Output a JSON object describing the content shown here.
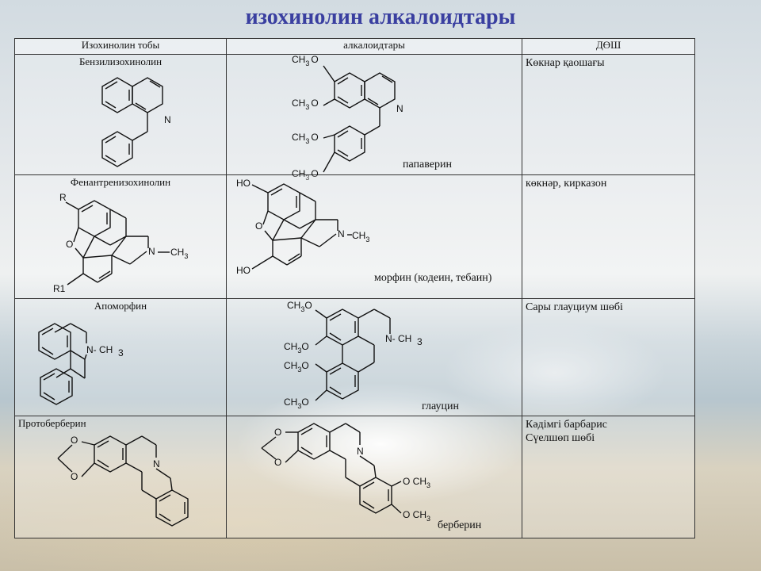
{
  "title": "изохинолин алкалоидтары",
  "columns": [
    "Изохинолин тобы",
    "алкалоидтары",
    "ДӨШ"
  ],
  "rows": [
    {
      "group": "Бензилизохинолин",
      "alkaloid": "папаверин",
      "source": "Көкнар қаошағы",
      "group_labels": [
        "N"
      ],
      "alk_labels": [
        "CH",
        "3",
        "O",
        "CH",
        "3",
        "O",
        "CH",
        "3",
        "O",
        "CH",
        "3",
        "O",
        "N"
      ]
    },
    {
      "group": "Фенантренизохинолин",
      "alkaloid": "морфин (кодеин, тебаин)",
      "source": "көкнәр, кирказон",
      "group_labels": [
        "R",
        "O",
        "R1",
        "N",
        "CH",
        "3"
      ],
      "alk_labels": [
        "HO",
        "O",
        "HO",
        "N",
        "CH",
        "3"
      ]
    },
    {
      "group": "Апоморфин",
      "alkaloid": "глауцин",
      "source": "Сары глауциум шөбі",
      "group_labels": [
        "N- CH",
        "3"
      ],
      "alk_labels": [
        "CH",
        "3",
        "O",
        "CH",
        "3",
        "O",
        "CH",
        "3",
        "O",
        "CH",
        "3",
        "O",
        "N- CH",
        "3"
      ]
    },
    {
      "group": "Протоберберин",
      "alkaloid": "берберин",
      "source_lines": [
        "Кәдімгі барбарис",
        "Сүелшөп шөбі"
      ],
      "group_labels": [
        "O",
        "O",
        "N"
      ],
      "alk_labels": [
        "O",
        "O",
        "N",
        "O CH",
        "3",
        "O CH",
        "3"
      ]
    }
  ]
}
